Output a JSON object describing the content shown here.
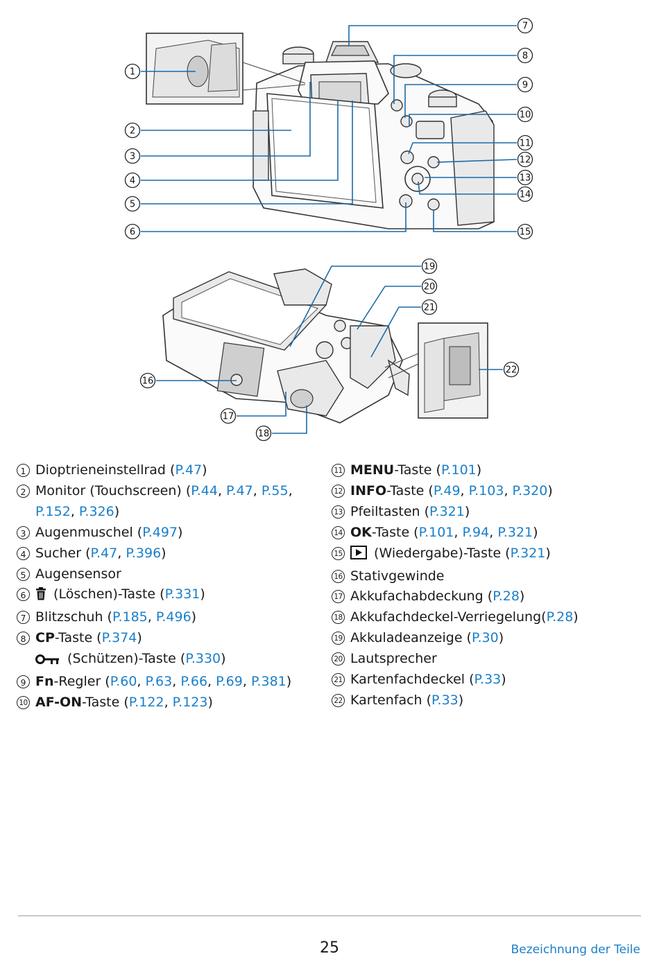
{
  "left_items": [
    {
      "n": "1",
      "parts": [
        {
          "t": "Dioptrieneinstellrad ("
        },
        {
          "t": "P.47",
          "ref": true
        },
        {
          "t": ")"
        }
      ]
    },
    {
      "n": "2",
      "wrap": true,
      "parts": [
        {
          "t": "Monitor (Touchscreen) ("
        },
        {
          "t": "P.44",
          "ref": true
        },
        {
          "t": ", "
        },
        {
          "t": "P.47",
          "ref": true
        },
        {
          "t": ", "
        },
        {
          "t": "P.55",
          "ref": true
        },
        {
          "t": ", "
        },
        {
          "t": "P.152",
          "ref": true
        },
        {
          "t": ", "
        },
        {
          "t": "P.326",
          "ref": true
        },
        {
          "t": ")"
        }
      ]
    },
    {
      "n": "3",
      "parts": [
        {
          "t": "Augenmuschel ("
        },
        {
          "t": "P.497",
          "ref": true
        },
        {
          "t": ")"
        }
      ]
    },
    {
      "n": "4",
      "parts": [
        {
          "t": "Sucher ("
        },
        {
          "t": "P.47",
          "ref": true
        },
        {
          "t": ", "
        },
        {
          "t": "P.396",
          "ref": true
        },
        {
          "t": ")"
        }
      ]
    },
    {
      "n": "5",
      "parts": [
        {
          "t": "Augensensor"
        }
      ]
    },
    {
      "n": "6",
      "icon": "trash-icon",
      "parts": [
        {
          "t": " (Löschen)-Taste ("
        },
        {
          "t": "P.331",
          "ref": true
        },
        {
          "t": ")"
        }
      ]
    },
    {
      "n": "7",
      "parts": [
        {
          "t": "Blitzschuh ("
        },
        {
          "t": "P.185",
          "ref": true
        },
        {
          "t": ", "
        },
        {
          "t": "P.496",
          "ref": true
        },
        {
          "t": ")"
        }
      ]
    },
    {
      "n": "8",
      "parts": [
        {
          "t": "CP",
          "bold": true
        },
        {
          "t": "-Taste ("
        },
        {
          "t": "P.374",
          "ref": true
        },
        {
          "t": ")"
        }
      ]
    },
    {
      "n": "",
      "icon": "key-icon",
      "parts": [
        {
          "t": " (Schützen)-Taste ("
        },
        {
          "t": "P.330",
          "ref": true
        },
        {
          "t": ")"
        }
      ]
    },
    {
      "n": "9",
      "parts": [
        {
          "t": "Fn",
          "bold": true
        },
        {
          "t": "-Regler ("
        },
        {
          "t": "P.60",
          "ref": true
        },
        {
          "t": ", "
        },
        {
          "t": "P.63",
          "ref": true
        },
        {
          "t": ", "
        },
        {
          "t": "P.66",
          "ref": true
        },
        {
          "t": ", "
        },
        {
          "t": "P.69",
          "ref": true
        },
        {
          "t": ", "
        },
        {
          "t": "P.381",
          "ref": true
        },
        {
          "t": ")"
        }
      ]
    },
    {
      "n": "10",
      "parts": [
        {
          "t": "AF-ON",
          "bold": true
        },
        {
          "t": "-Taste ("
        },
        {
          "t": "P.122",
          "ref": true
        },
        {
          "t": ", "
        },
        {
          "t": "P.123",
          "ref": true
        },
        {
          "t": ")"
        }
      ]
    }
  ],
  "right_items": [
    {
      "n": "11",
      "parts": [
        {
          "t": "MENU",
          "bold": true
        },
        {
          "t": "-Taste ("
        },
        {
          "t": "P.101",
          "ref": true
        },
        {
          "t": ")"
        }
      ]
    },
    {
      "n": "12",
      "parts": [
        {
          "t": "INFO",
          "bold": true
        },
        {
          "t": "-Taste ("
        },
        {
          "t": "P.49",
          "ref": true
        },
        {
          "t": ", "
        },
        {
          "t": "P.103",
          "ref": true
        },
        {
          "t": ", "
        },
        {
          "t": "P.320",
          "ref": true
        },
        {
          "t": ")"
        }
      ]
    },
    {
      "n": "13",
      "parts": [
        {
          "t": "Pfeiltasten ("
        },
        {
          "t": "P.321",
          "ref": true
        },
        {
          "t": ")"
        }
      ]
    },
    {
      "n": "14",
      "parts": [
        {
          "t": "OK",
          "bold": true
        },
        {
          "t": "-Taste ("
        },
        {
          "t": "P.101",
          "ref": true
        },
        {
          "t": ", "
        },
        {
          "t": "P.94",
          "ref": true
        },
        {
          "t": ", "
        },
        {
          "t": "P.321",
          "ref": true
        },
        {
          "t": ")"
        }
      ]
    },
    {
      "n": "15",
      "icon": "play-icon",
      "parts": [
        {
          "t": " (Wiedergabe)-Taste ("
        },
        {
          "t": "P.321",
          "ref": true
        },
        {
          "t": ")"
        }
      ]
    },
    {
      "n": "16",
      "parts": [
        {
          "t": "Stativgewinde"
        }
      ]
    },
    {
      "n": "17",
      "parts": [
        {
          "t": "Akkufachabdeckung ("
        },
        {
          "t": "P.28",
          "ref": true
        },
        {
          "t": ")"
        }
      ]
    },
    {
      "n": "18",
      "parts": [
        {
          "t": "Akkufachdeckel-Verriegelung("
        },
        {
          "t": "P.28",
          "ref": true
        },
        {
          "t": ")"
        }
      ]
    },
    {
      "n": "19",
      "parts": [
        {
          "t": "Akkuladeanzeige ("
        },
        {
          "t": "P.30",
          "ref": true
        },
        {
          "t": ")"
        }
      ]
    },
    {
      "n": "20",
      "parts": [
        {
          "t": "Lautsprecher"
        }
      ]
    },
    {
      "n": "21",
      "parts": [
        {
          "t": "Kartenfachdeckel ("
        },
        {
          "t": "P.33",
          "ref": true
        },
        {
          "t": ")"
        }
      ]
    },
    {
      "n": "22",
      "parts": [
        {
          "t": "Kartenfach ("
        },
        {
          "t": "P.33",
          "ref": true
        },
        {
          "t": ")"
        }
      ]
    }
  ],
  "callouts": [
    "1",
    "2",
    "3",
    "4",
    "5",
    "6",
    "7",
    "8",
    "9",
    "10",
    "11",
    "12",
    "13",
    "14",
    "15",
    "16",
    "17",
    "18",
    "19",
    "20",
    "21",
    "22"
  ],
  "footer": {
    "page_number": "25",
    "section": "Bezeichnung der Teile"
  },
  "colors": {
    "link": "#1a7fc9",
    "leader": "#1a6aa8"
  }
}
